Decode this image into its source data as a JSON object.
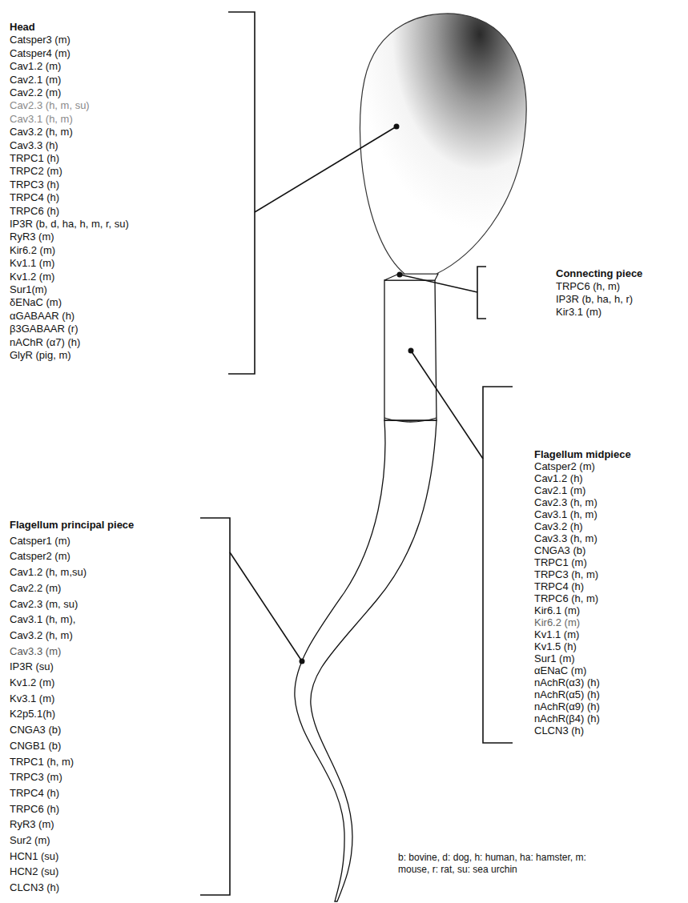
{
  "diagram": {
    "labels": [
      "Head",
      "Catsper3 (m)",
      "Catsper4 (m)",
      "Cav1.2 (m)",
      "Cav2.1 (m)",
      "Cav2.2 (m)",
      "Cav2.3 (h, m, su)",
      "Cav3.1 (h, m)",
      "Cav3.2 (h, m)",
      "Cav3.3 (h)",
      "TRPC1 (h)",
      "TRPC2 (m)",
      "TRPC3 (h)",
      "TRPC4 (h)",
      "TRPC6 (h)",
      "IP3R (b, d, ha, h, m, r, su)",
      "RyR3 (m)",
      "Kir6.2 (m)",
      "Kv1.1 (m)",
      "Kv1.2 (m)",
      "Sur1(m)",
      "δENaC (m)",
      "αGABAAR (h)",
      "β3GABAAR (r)",
      "nAChR (α7) (h)",
      "GlyR (pig, m)",
      "Connecting piece",
      "TRPC6 (h, m)",
      "IP3R (b, ha, h, r)",
      "Kir3.1 (m)",
      "Flagellum midpiece",
      "Catsper2 (m)",
      "Cav1.2 (h)",
      "Cav2.1 (m)",
      "Cav2.3 (h, m)",
      "Cav3.1 (h, m)",
      "Cav3.2 (h)",
      "Cav3.3 (h, m)",
      "CNGA3 (b)",
      "TRPC1 (m)",
      "TRPC3 (h, m)",
      "TRPC4 (h)",
      "TRPC6 (h, m)",
      "Kir6.1 (m)",
      "Kir6.2 (m)",
      "Kv1.1 (m)",
      "Kv1.5 (h)",
      "Sur1 (m)",
      "αENaC (m)",
      "nAchR(α3) (h)",
      "nAchR(α5) (h)",
      "nAchR(α9) (h)",
      "nAchR(β4) (h)",
      "CLCN3 (h)",
      "Flagellum principal piece",
      "Catsper1 (m)",
      "Catsper2 (m)",
      "Cav1.2 (h, m,su)",
      "Cav2.2 (m)",
      "Cav2.3 (m, su)",
      "Cav3.1 (h, m),",
      "Cav3.2 (h, m)",
      "Cav3.3 (m)",
      "IP3R (su)",
      "Kv1.2 (m)",
      "Kv3.1 (m)",
      "K2p5.1(h)",
      "CNGA3 (b)",
      "CNGB1 (b)",
      "TRPC1 (h, m)",
      "TRPC3 (m)",
      "TRPC4 (h)",
      "TRPC6 (h)",
      "RyR3 (m)",
      "Sur2 (m)",
      "HCN1 (su)",
      "HCN2 (su)",
      "CLCN3 (h)",
      "b: bovine, d: dog, h: human, ha: hamster, m: mouse, r: rat, su: sea urchin"
    ]
  }
}
